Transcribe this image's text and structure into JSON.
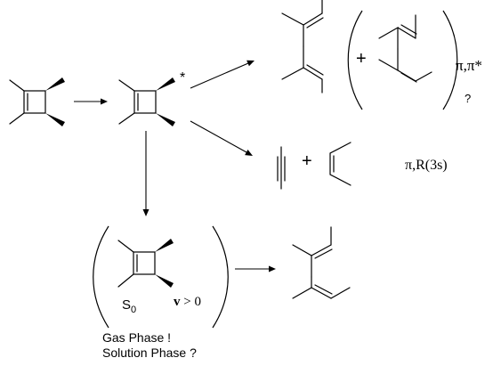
{
  "labels": {
    "state_marker": "*",
    "pi_pi_star": "π,π*",
    "pi_r3s": "π,R(3s)",
    "question_top": "?",
    "plus": "+",
    "s0_main": "S",
    "s0_sub": "0",
    "vib_v": "v",
    "vib_rest": " > 0",
    "gas_phase": "Gas Phase !",
    "solution_phase": "Solution Phase ?"
  }
}
